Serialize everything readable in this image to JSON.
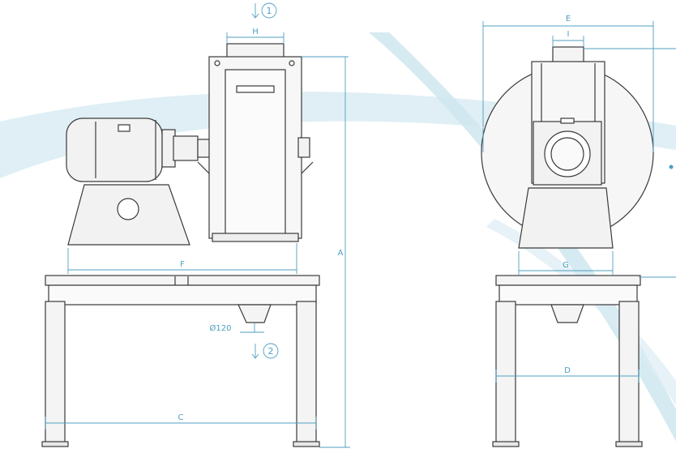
{
  "dimension_labels": {
    "A": "A",
    "C": "C",
    "D": "D",
    "E": "E",
    "F": "F",
    "G": "G",
    "H": "H",
    "I": "I"
  },
  "outlet_diameter": "Ø120",
  "flow_markers": {
    "inlet": "1",
    "outlet": "2"
  },
  "colors": {
    "outline": "#3a3a3a",
    "dimension": "#4f9fc0",
    "swoosh": "#cfe6ef",
    "motor_fill": "#f2f2f2"
  }
}
